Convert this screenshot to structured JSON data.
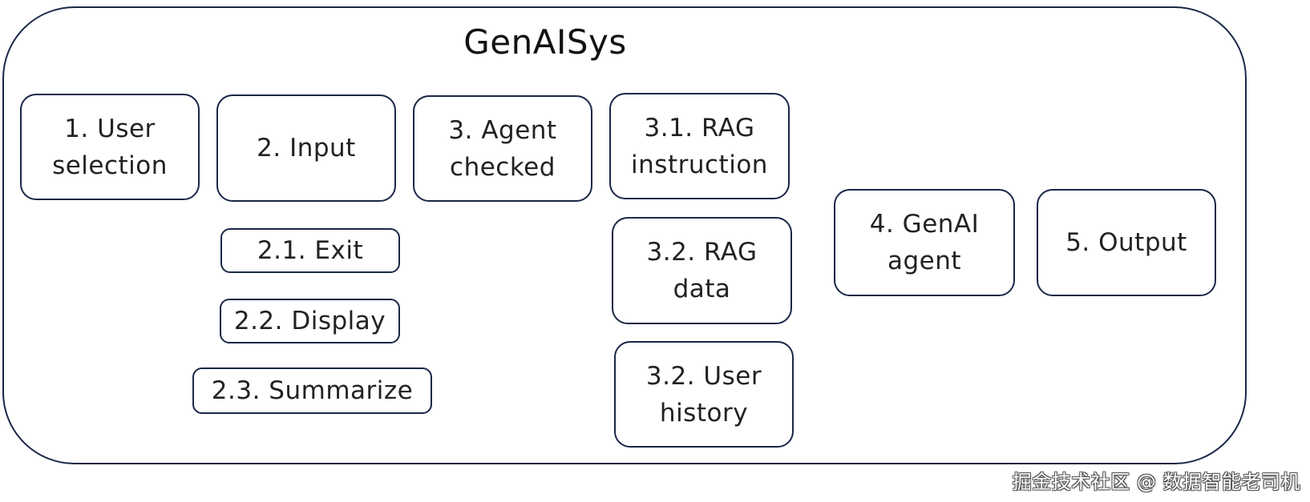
{
  "diagram": {
    "title": "GenAISys",
    "boxes": {
      "user_selection": "1. User\nselection",
      "input": "2. Input",
      "agent_checked": "3. Agent\nchecked",
      "rag_instruction": "3.1. RAG\ninstruction",
      "exit": "2.1. Exit",
      "display": "2.2. Display",
      "summarize": "2.3. Summarize",
      "rag_data": "3.2. RAG\ndata",
      "user_history": "3.2. User\nhistory",
      "genai_agent": "4. GenAI\nagent",
      "output": "5. Output"
    }
  },
  "watermark": "掘金技术社区 @ 数据智能老司机"
}
